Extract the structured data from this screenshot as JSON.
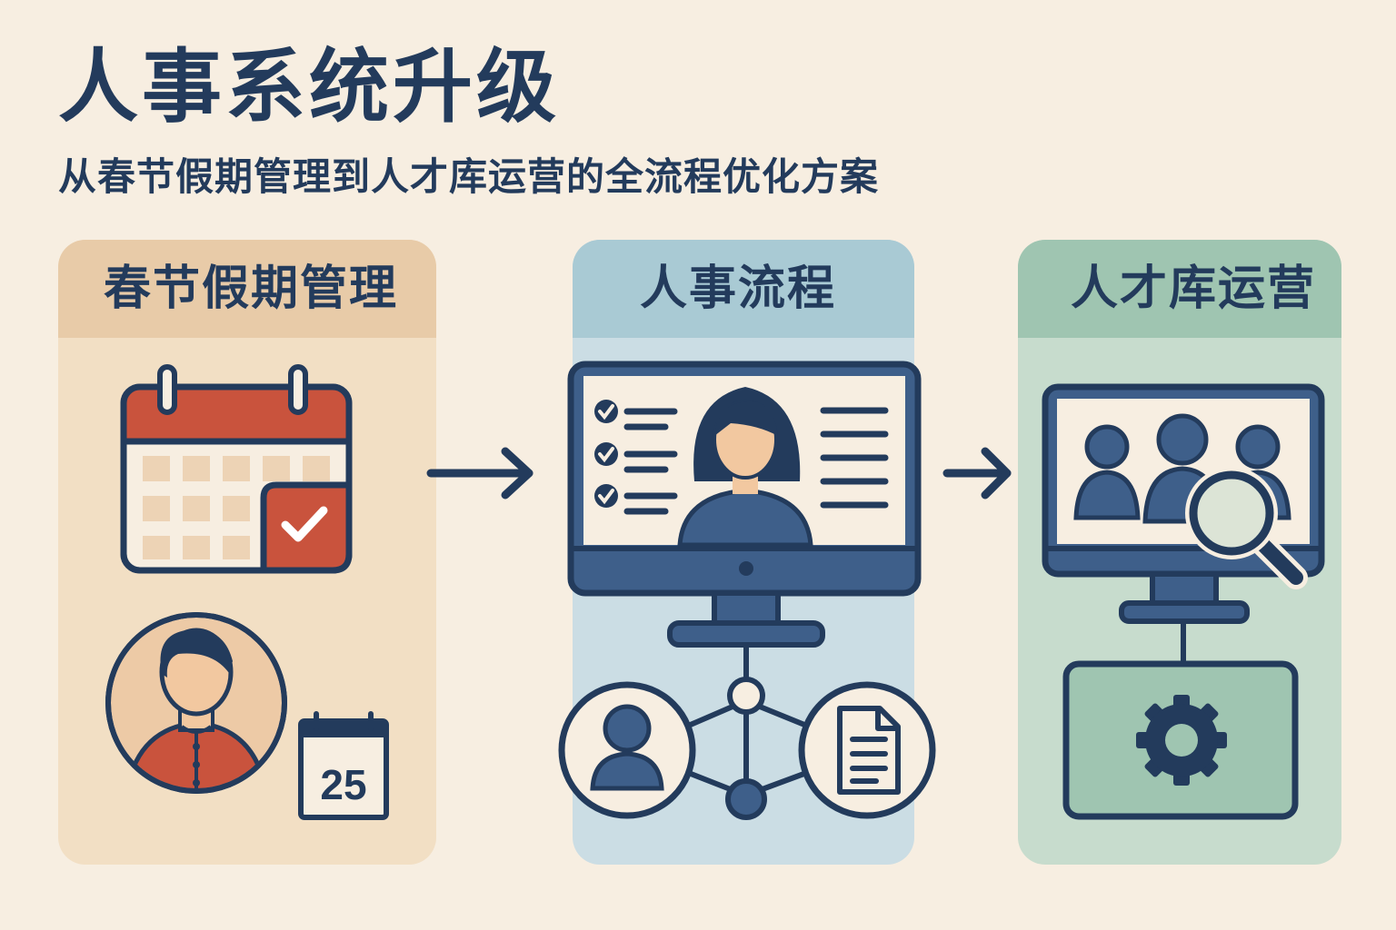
{
  "header": {
    "title": "人事系统升级",
    "subtitle": "从春节假期管理到人才库运营的全流程优化方案"
  },
  "panels": [
    {
      "title": "春节假期管理"
    },
    {
      "title": "人事流程"
    },
    {
      "title": "人才库运营"
    }
  ],
  "calendar_day": "25",
  "colors": {
    "background": "#f7eee1",
    "navy": "#233b5c",
    "red": "#c9533d",
    "blue": "#3e5f8a",
    "panel_tan": "#f2dfc4",
    "panel_blue": "#cbdde4",
    "panel_green": "#c7dccd"
  },
  "icons": [
    "calendar-check-icon",
    "person-avatar-icon",
    "calendar-small-icon",
    "arrow-right-icon",
    "monitor-person-icon",
    "network-icon",
    "user-icon",
    "document-icon",
    "monitor-team-search-icon",
    "gear-icon"
  ]
}
